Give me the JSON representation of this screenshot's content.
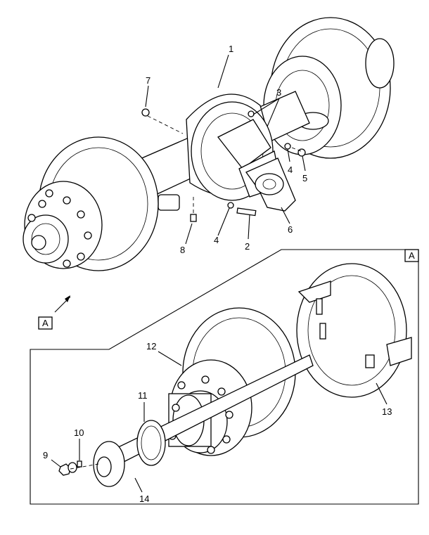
{
  "callouts": {
    "c1": "1",
    "c2": "2",
    "c3": "3",
    "c4a": "4",
    "c4b": "4",
    "c5": "5",
    "c6": "6",
    "c7": "7",
    "c8": "8",
    "c9": "9",
    "c10": "10",
    "c11": "11",
    "c12": "12",
    "c13": "13",
    "c14": "14"
  },
  "view_labels": {
    "detail_corner": "A",
    "detail_ref": "A"
  }
}
